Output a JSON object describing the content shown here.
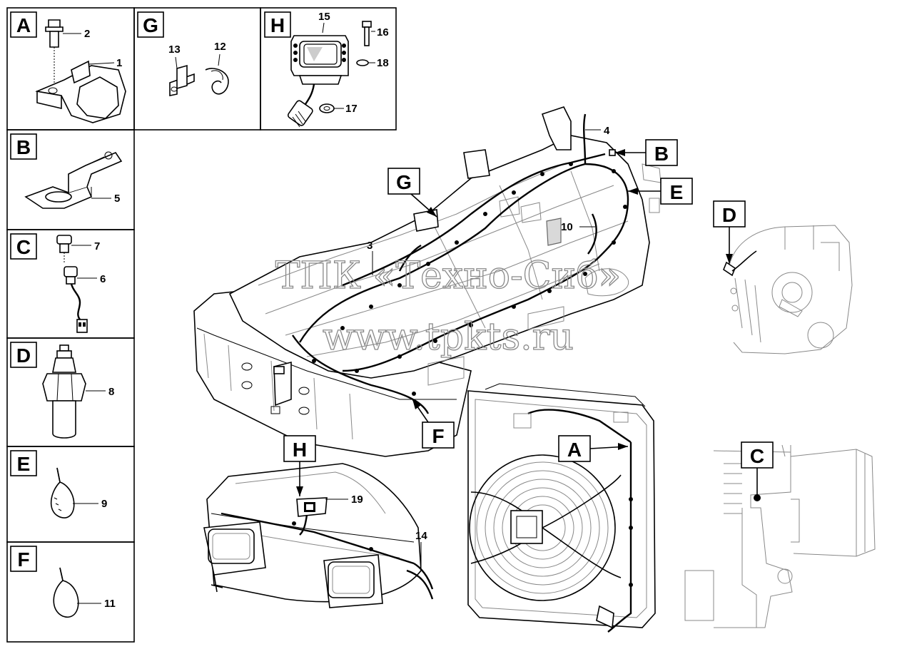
{
  "panels": [
    {
      "letter": "A",
      "parts": [
        "2",
        "1"
      ]
    },
    {
      "letter": "G",
      "parts": [
        "13",
        "12"
      ]
    },
    {
      "letter": "H",
      "parts": [
        "15",
        "16",
        "18",
        "17"
      ]
    },
    {
      "letter": "B",
      "parts": [
        "5"
      ]
    },
    {
      "letter": "C",
      "parts": [
        "7",
        "6"
      ]
    },
    {
      "letter": "D",
      "parts": [
        "8"
      ]
    },
    {
      "letter": "E",
      "parts": [
        "9"
      ]
    },
    {
      "letter": "F",
      "parts": [
        "11"
      ]
    }
  ],
  "frame_callouts": {
    "letters": [
      "B",
      "E",
      "G",
      "D",
      "F"
    ],
    "numbers": [
      "4",
      "10",
      "3"
    ]
  },
  "lower_callouts": {
    "letters": [
      "A",
      "C",
      "H"
    ],
    "numbers": [
      "19",
      "14"
    ]
  },
  "watermark": {
    "line1": "ТПК «Техно-Сиб»",
    "line2": "www.tpkts.ru"
  }
}
